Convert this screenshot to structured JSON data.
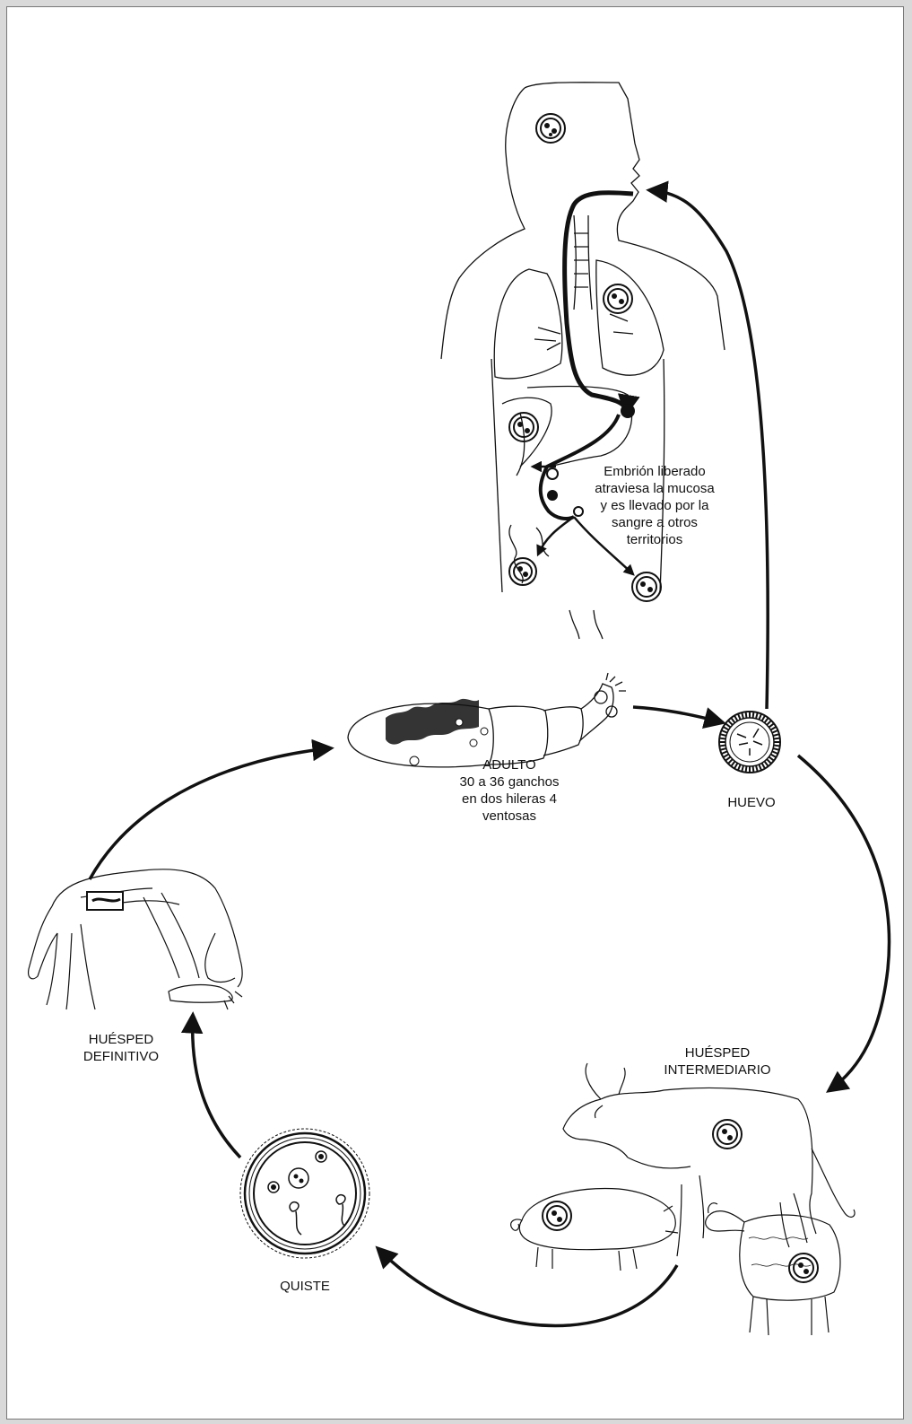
{
  "labels": {
    "embryo": "Embrión liberado\natraviesa la mucosa\ny es llevado por la\nsangre a otros\nterritorios",
    "adult": "ADULTO\n30 a 36 ganchos\nen dos hileras 4\nventosas",
    "egg": "HUEVO",
    "definitive_host": "HUÉSPED\nDEFINITIVO",
    "intermediate_host": "HUÉSPED\nINTERMEDIARIO",
    "cyst": "QUISTE"
  },
  "colors": {
    "ink": "#111111",
    "paper": "#ffffff",
    "frame": "#d9d9d9"
  }
}
